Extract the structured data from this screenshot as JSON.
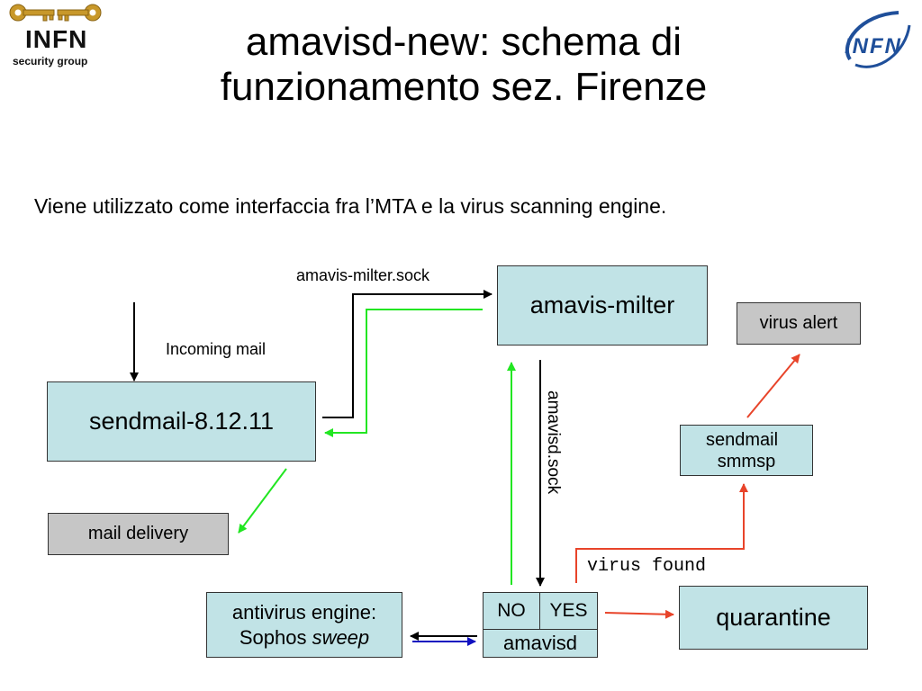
{
  "title_line1": "amavisd-new: schema di",
  "title_line2": "funzionamento sez. Firenze",
  "subtitle": "Viene utilizzato come interfaccia fra l’MTA e la virus scanning engine.",
  "logo_left": {
    "line1": "INFN",
    "line2": "security group"
  },
  "logo_right": {
    "text": "INFN"
  },
  "nodes": {
    "sendmail": "sendmail-8.12.11",
    "amavis_milter": "amavis-milter",
    "virus_alert": "virus alert",
    "sendmail_smmsp_line1": "sendmail",
    "sendmail_smmsp_line2": "smmsp",
    "mail_delivery": "mail delivery",
    "antivirus_line1": "antivirus engine:",
    "antivirus_line2_a": "Sophos ",
    "antivirus_line2_b": "sweep",
    "no": "NO",
    "yes": "YES",
    "amavisd": "amavisd",
    "quarantine": "quarantine"
  },
  "labels": {
    "amavis_milter_sock": "amavis-milter.sock",
    "incoming_mail": "Incoming mail",
    "amavisd_sock": "amavisd.sock",
    "virus_found": "virus found"
  },
  "colors": {
    "box_cyan": "#c1e3e6",
    "box_gray": "#c6c6c6",
    "arrow_black": "#000000",
    "arrow_green": "#22e622",
    "arrow_red": "#e8442a",
    "arrow_blue": "#1010c0",
    "logo_gold": "#c8982a",
    "logo_blue": "#1f4f9a"
  }
}
